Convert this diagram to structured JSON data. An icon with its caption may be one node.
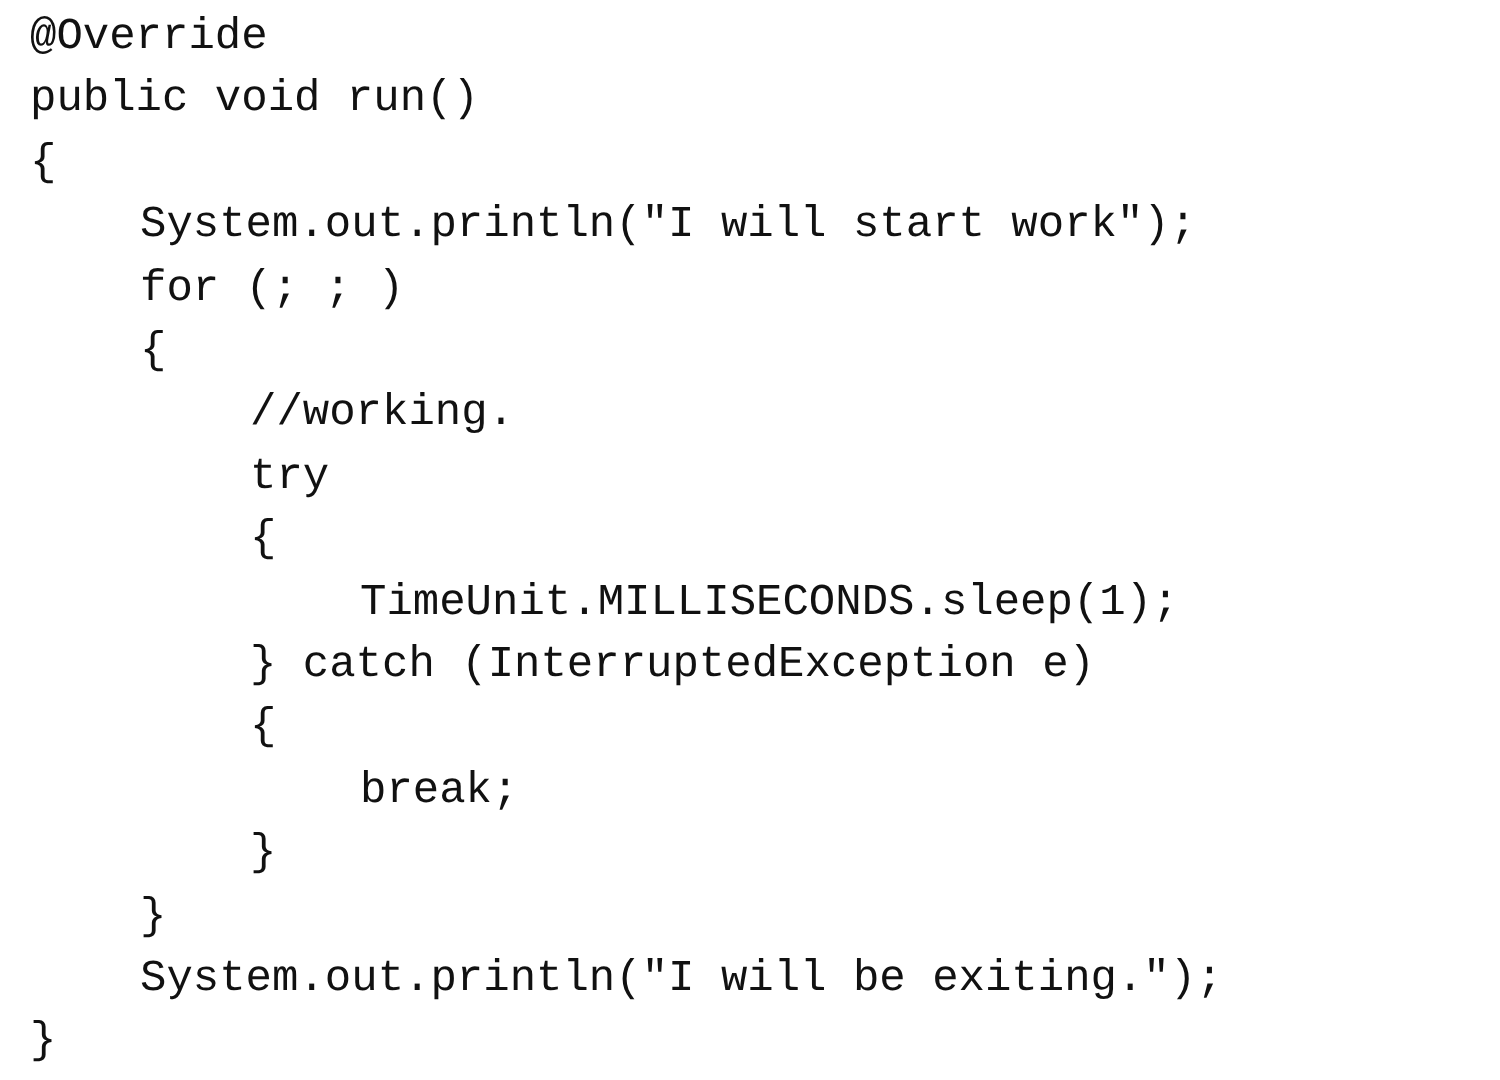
{
  "diagram": {
    "labels": [
      "@Override",
      "public void run()",
      "{",
      "System.out.println(\"I will start work\");",
      "for (; ; )",
      "{",
      "//working.",
      "try",
      "{",
      "TimeUnit.MILLISECONDS.sleep(1);",
      "} catch (InterruptedException e)",
      "{",
      "break;",
      "}",
      "}",
      "System.out.println(\"I will be exiting.\");",
      "}"
    ]
  }
}
